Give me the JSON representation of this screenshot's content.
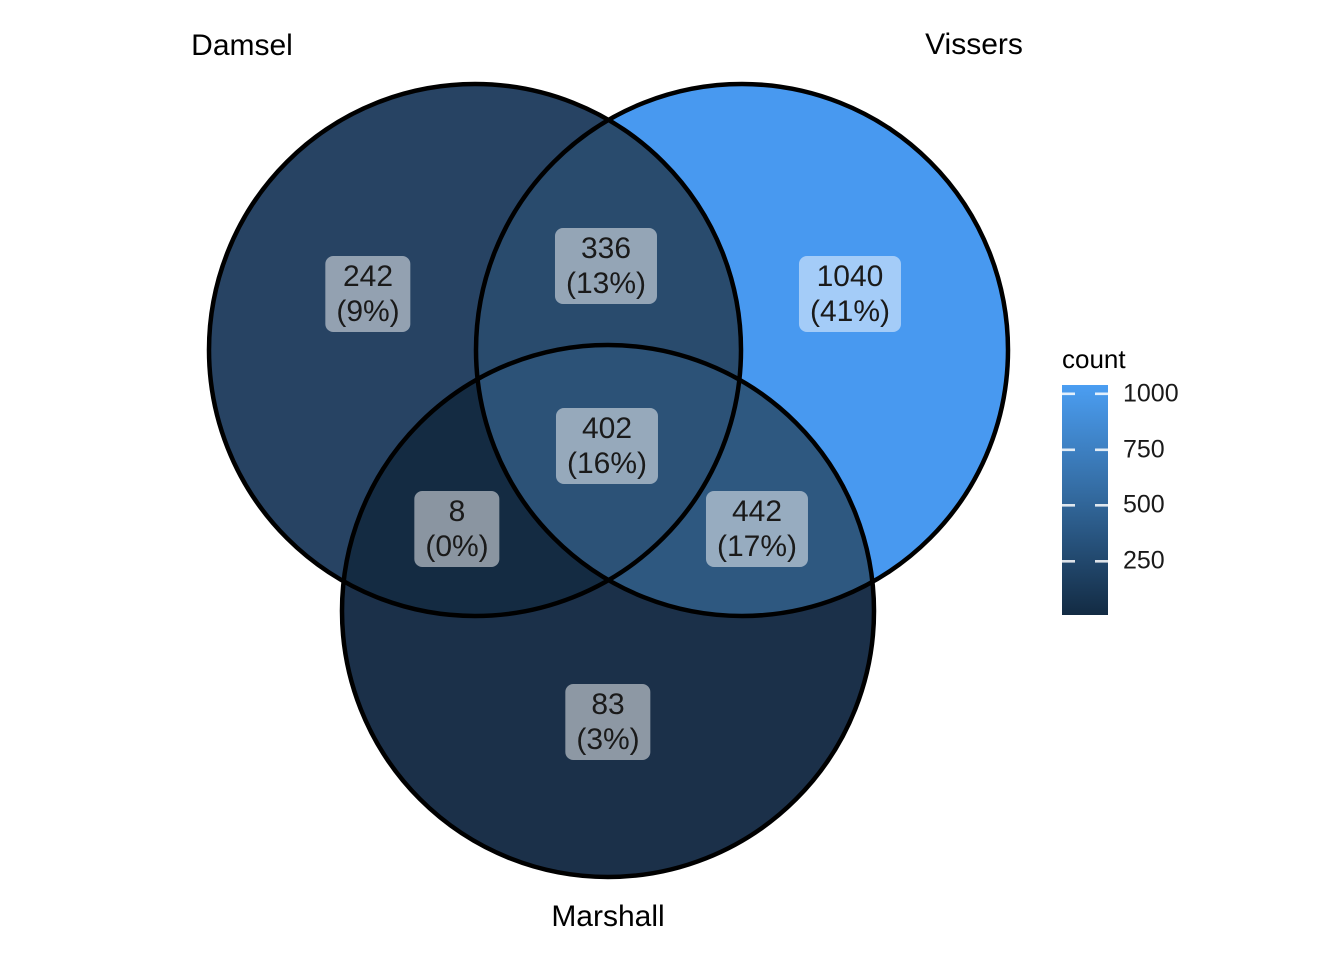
{
  "chart_data": {
    "type": "venn",
    "sets": [
      "Damsel",
      "Vissers",
      "Marshall"
    ],
    "regions": [
      {
        "sets": [
          "Damsel"
        ],
        "count": 242,
        "percent": "9%"
      },
      {
        "sets": [
          "Vissers"
        ],
        "count": 1040,
        "percent": "41%"
      },
      {
        "sets": [
          "Marshall"
        ],
        "count": 83,
        "percent": "3%"
      },
      {
        "sets": [
          "Damsel",
          "Vissers"
        ],
        "count": 336,
        "percent": "13%"
      },
      {
        "sets": [
          "Damsel",
          "Marshall"
        ],
        "count": 8,
        "percent": "0%"
      },
      {
        "sets": [
          "Vissers",
          "Marshall"
        ],
        "count": 442,
        "percent": "17%"
      },
      {
        "sets": [
          "Damsel",
          "Vissers",
          "Marshall"
        ],
        "count": 402,
        "percent": "16%"
      }
    ],
    "legend": {
      "title": "count",
      "ticks": [
        1000,
        750,
        500,
        250
      ],
      "range": [
        8,
        1040
      ],
      "position": "right",
      "orientation": "vertical"
    },
    "grid": false
  },
  "sets": {
    "damsel": "Damsel",
    "vissers": "Vissers",
    "marshall": "Marshall"
  },
  "labels": {
    "damsel_only": {
      "count": "242",
      "pct": "(9%)"
    },
    "vissers_only": {
      "count": "1040",
      "pct": "(41%)"
    },
    "marshall_only": {
      "count": "83",
      "pct": "(3%)"
    },
    "damsel_vissers": {
      "count": "336",
      "pct": "(13%)"
    },
    "damsel_marshall": {
      "count": "8",
      "pct": "(0%)"
    },
    "vissers_marshall": {
      "count": "442",
      "pct": "(17%)"
    },
    "center": {
      "count": "402",
      "pct": "(16%)"
    }
  },
  "legend": {
    "title": "count",
    "tick_labels": [
      "1000",
      "750",
      "500",
      "250"
    ]
  },
  "colors": {
    "scale_high": "#4b9ef2",
    "scale_mid": "#32689c",
    "scale_low": "#132b43",
    "only_damsel": "#274363",
    "only_vissers": "#4899f0",
    "only_marshall": "#1b3049",
    "damsel_vissers": "#294b6d",
    "damsel_marshall": "#142b42",
    "vissers_marshall": "#2e5880",
    "center": "#2c5277",
    "outline": "#000000",
    "label_box": "rgba(255,255,255,0.5)",
    "tick_mark": "#ffffff"
  }
}
